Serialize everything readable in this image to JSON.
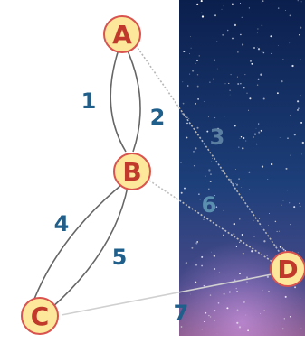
{
  "diagram": {
    "nodes": [
      {
        "id": "A",
        "label": "A"
      },
      {
        "id": "B",
        "label": "B"
      },
      {
        "id": "C",
        "label": "C"
      },
      {
        "id": "D",
        "label": "D"
      }
    ],
    "edges": [
      {
        "id": "1",
        "label": "1",
        "from": "A",
        "to": "B"
      },
      {
        "id": "2",
        "label": "2",
        "from": "A",
        "to": "B"
      },
      {
        "id": "3",
        "label": "3",
        "from": "A",
        "to": "D"
      },
      {
        "id": "4",
        "label": "4",
        "from": "B",
        "to": "C"
      },
      {
        "id": "5",
        "label": "5",
        "from": "B",
        "to": "C"
      },
      {
        "id": "6",
        "label": "6",
        "from": "B",
        "to": "D"
      },
      {
        "id": "7",
        "label": "7",
        "from": "C",
        "to": "D"
      }
    ]
  },
  "colors": {
    "node_fill": "#fce79a",
    "node_stroke": "#d9534f",
    "node_text": "#c0392b",
    "edge_label": "#1f5f8b",
    "edge_line": "#666666",
    "night_sky_top": "#0b1f4d",
    "night_sky_bottom": "#6b3f7a"
  }
}
